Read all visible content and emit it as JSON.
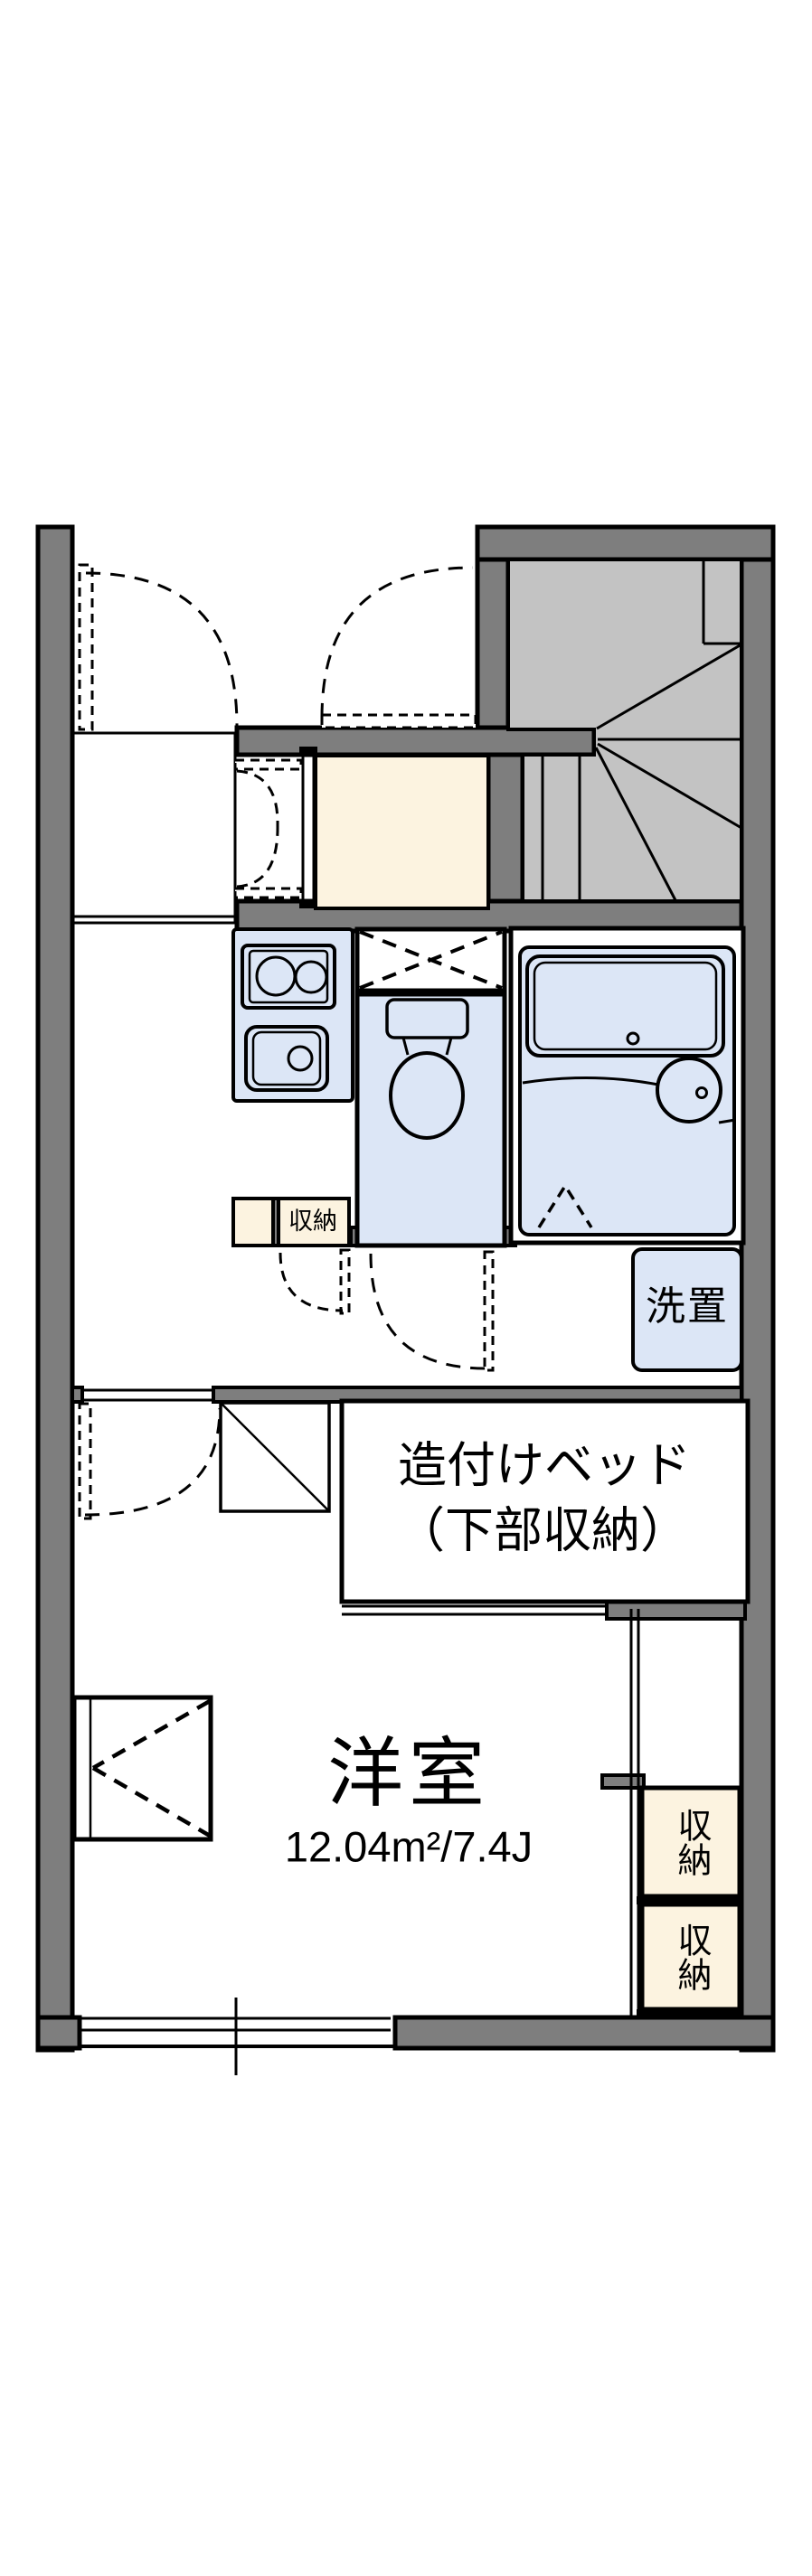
{
  "floorplan": {
    "labels": {
      "main_room_name": "洋室",
      "main_room_size": "12.04m²/7.4J",
      "built_in_bed_line1": "造付けベッド",
      "built_in_bed_line2": "（下部収納）",
      "washer_space": "洗置",
      "kitchen_storage": "収納",
      "closet_top": "収納",
      "closet_bottom": "収納"
    },
    "colors": {
      "wall": "#7e7e7e",
      "stairfill": "#c3c3c3",
      "blue": "#dce6f6",
      "cream": "#fcf3e0"
    }
  }
}
